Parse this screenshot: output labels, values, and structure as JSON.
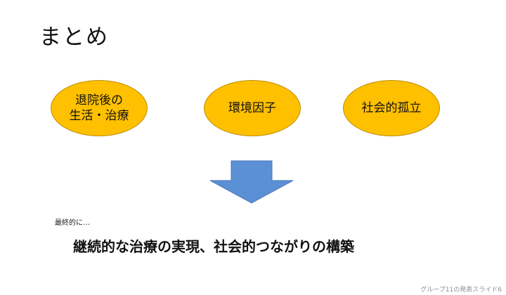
{
  "slide": {
    "title": "まとめ",
    "ellipses": [
      {
        "label": "退院後の\n生活・治療"
      },
      {
        "label": "環境因子"
      },
      {
        "label": "社会的孤立"
      }
    ],
    "lead_text": "最終的に…",
    "conclusion": "継続的な治療の実現、社会的つながりの構築",
    "footer": "グループ11の発表スライド6"
  },
  "colors": {
    "ellipse_fill": "#ffc000",
    "ellipse_border": "#bc8c00",
    "arrow_fill": "#5b8fd6",
    "arrow_border": "#4a78b8"
  },
  "icons": {
    "arrow": "down-arrow-icon"
  }
}
